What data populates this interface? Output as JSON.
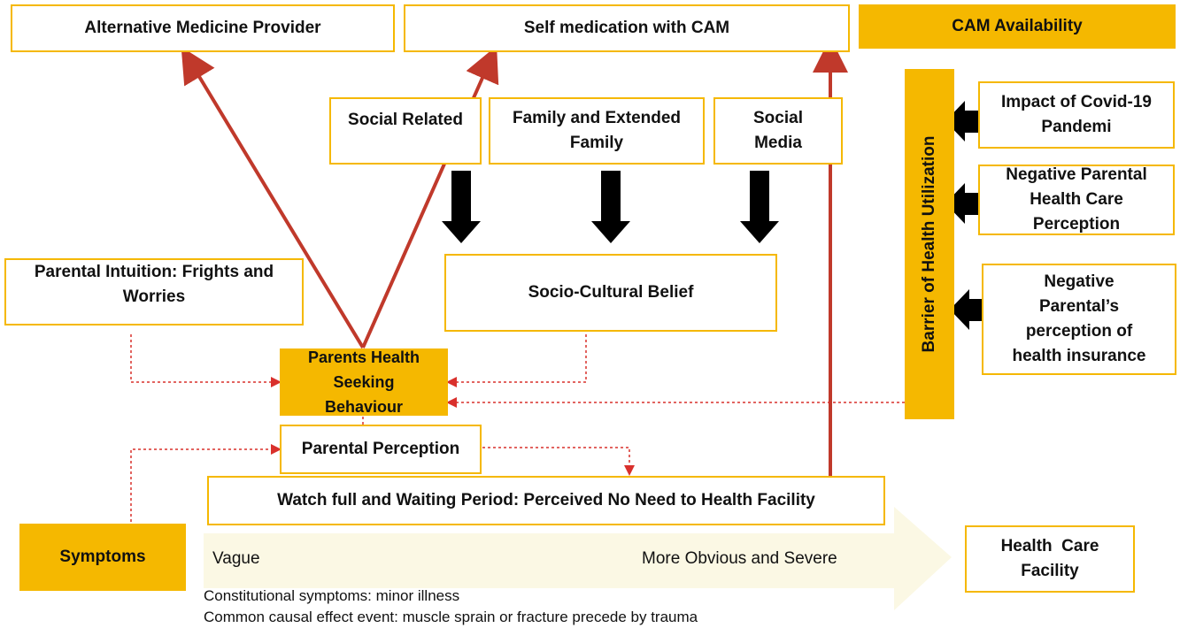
{
  "outcomes": {
    "alternative_provider": "Alternative Medicine Provider",
    "self_medication": "Self medication with CAM",
    "cam_availability": "CAM Availability"
  },
  "influences": {
    "social_related": "Social Related",
    "family_extended": "Family and Extended Family",
    "social_media": "Social Media",
    "socio_cultural_belief": "Socio-Cultural Belief",
    "parental_intuition": "Parental Intuition: Frights and Worries"
  },
  "core": {
    "health_seeking": "Parents Health Seeking Behaviour",
    "parental_perception": "Parental Perception",
    "watchful_waiting": "Watch full and Waiting Period: Perceived No Need to Health Facility"
  },
  "barriers": {
    "label": "Barrier of Health Utilization",
    "covid": "Impact of Covid-19 Pandemi",
    "negative_perception": "Negative Parental Health Care Perception",
    "insurance": "Negative Parental’s perception of health insurance"
  },
  "timeline": {
    "symptoms": "Symptoms",
    "vague": "Vague",
    "severe": "More Obvious and Severe",
    "facility": "Health  Care Facility",
    "note_1": "Constitutional symptoms: minor illness",
    "note_2": "Common causal effect event: muscle sprain or fracture precede by trauma"
  },
  "colors": {
    "accent_yellow": "#f5b800",
    "arrow_red": "#c0392b",
    "band_cream": "#fbf8e4"
  }
}
